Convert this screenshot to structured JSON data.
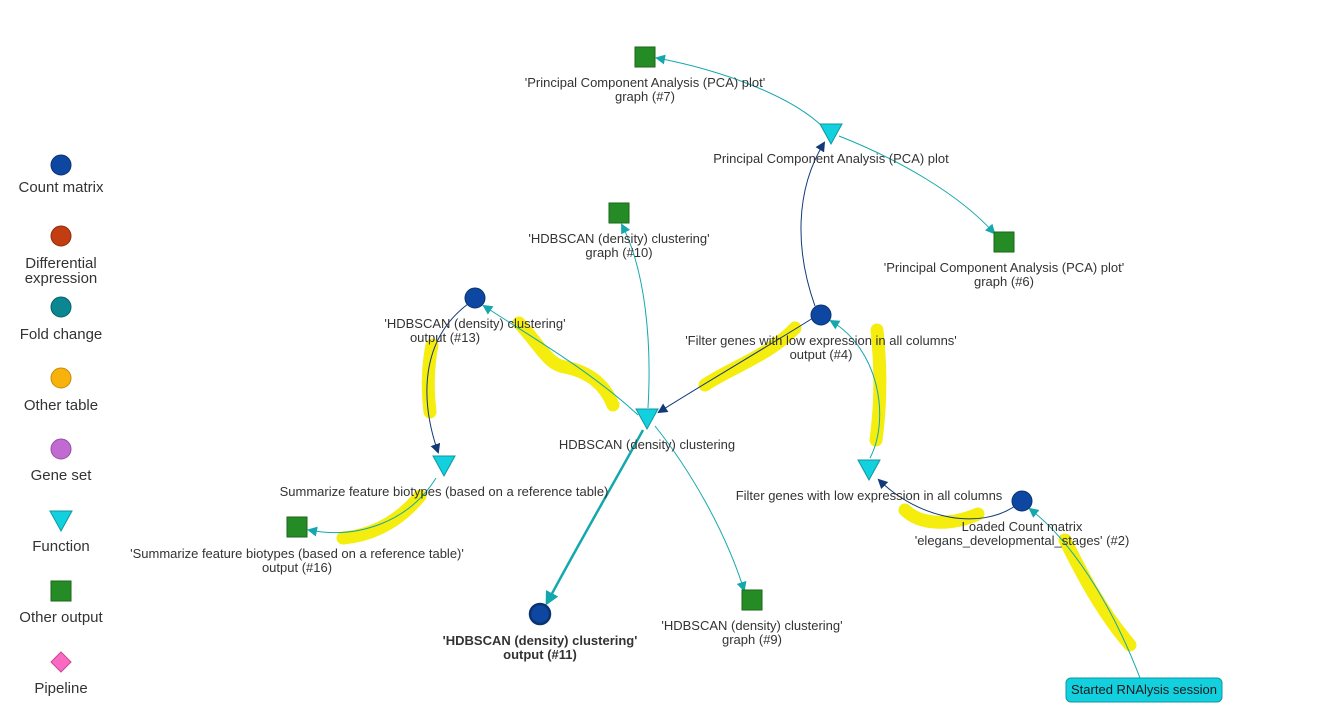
{
  "legend": {
    "items": [
      {
        "label_lines": [
          "Count matrix"
        ],
        "shape": "circle",
        "color": "#0d47a1",
        "stroke": "#0a3370"
      },
      {
        "label_lines": [
          "Differential",
          "expression"
        ],
        "shape": "circle",
        "color": "#c33d12",
        "stroke": "#8f2d0c"
      },
      {
        "label_lines": [
          "Fold change"
        ],
        "shape": "circle",
        "color": "#0b8791",
        "stroke": "#086066"
      },
      {
        "label_lines": [
          "Other table"
        ],
        "shape": "circle",
        "color": "#f7b20c",
        "stroke": "#c48b06"
      },
      {
        "label_lines": [
          "Gene set"
        ],
        "shape": "circle",
        "color": "#c16ad1",
        "stroke": "#944fa1"
      },
      {
        "label_lines": [
          "Function"
        ],
        "shape": "triangle",
        "color": "#12d0de",
        "stroke": "#0d97a1"
      },
      {
        "label_lines": [
          "Other output"
        ],
        "shape": "square",
        "color": "#258c25",
        "stroke": "#1a661a"
      },
      {
        "label_lines": [
          "Pipeline"
        ],
        "shape": "diamond",
        "color": "#fa6ac3",
        "stroke": "#c24a94"
      }
    ]
  },
  "nodes": [
    {
      "id": "pca_graph7",
      "kind": "square",
      "label_lines": [
        "'Principal Component Analysis (PCA) plot'",
        "graph (#7)"
      ]
    },
    {
      "id": "pca_fn",
      "kind": "triangle",
      "label_lines": [
        "Principal Component Analysis (PCA) plot"
      ]
    },
    {
      "id": "pca_graph6",
      "kind": "square",
      "label_lines": [
        "'Principal Component Analysis (PCA) plot'",
        "graph (#6)"
      ]
    },
    {
      "id": "hdb_graph10",
      "kind": "square",
      "label_lines": [
        "'HDBSCAN (density) clustering'",
        "graph (#10)"
      ]
    },
    {
      "id": "hdb_out13",
      "kind": "circle",
      "label_lines": [
        "'HDBSCAN (density) clustering'",
        "output (#13)"
      ]
    },
    {
      "id": "filter_out4",
      "kind": "circle",
      "label_lines": [
        "'Filter genes with low expression in all columns'",
        "output (#4)"
      ]
    },
    {
      "id": "hdb_fn",
      "kind": "triangle",
      "label_lines": [
        "HDBSCAN (density) clustering"
      ]
    },
    {
      "id": "summ_fn",
      "kind": "triangle",
      "label_lines": [
        "Summarize feature biotypes (based on a reference table)"
      ]
    },
    {
      "id": "summ_out16",
      "kind": "square",
      "label_lines": [
        "'Summarize feature biotypes (based on a reference table)'",
        "output (#16)"
      ]
    },
    {
      "id": "filter_fn",
      "kind": "triangle",
      "label_lines": [
        "Filter genes with low expression in all columns"
      ]
    },
    {
      "id": "loaded2",
      "kind": "circle",
      "label_lines": [
        "Loaded Count matrix",
        "'elegans_developmental_stages' (#2)"
      ]
    },
    {
      "id": "hdb_out11",
      "kind": "circle",
      "label_lines": [
        "'HDBSCAN (density) clustering'",
        "output (#11)"
      ],
      "bold": true
    },
    {
      "id": "hdb_graph9",
      "kind": "square",
      "label_lines": [
        "'HDBSCAN (density) clustering'",
        "graph (#9)"
      ]
    },
    {
      "id": "start",
      "kind": "start",
      "label_lines": [
        "Started RNAlysis session"
      ]
    }
  ],
  "colors": {
    "count_matrix": "#0d47a1",
    "function": "#12d0de",
    "other_output": "#258c25",
    "edge_teal": "#14a8ad",
    "edge_navy": "#12397a",
    "highlight": "#f3ec00",
    "start_fill": "#12d0de",
    "start_stroke": "#0d97a1"
  }
}
